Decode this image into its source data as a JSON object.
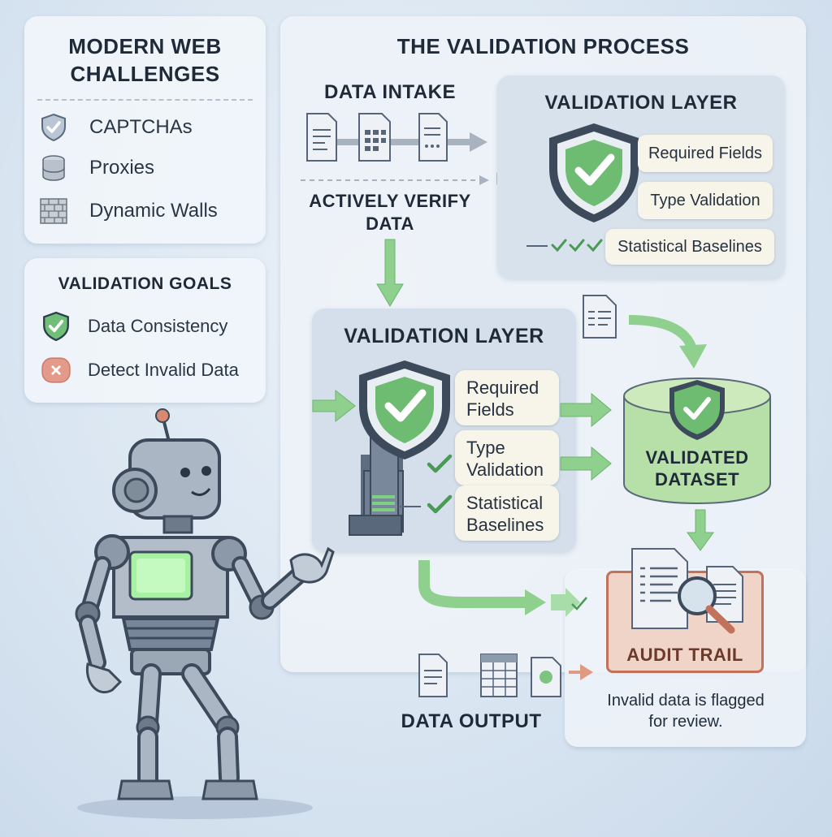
{
  "challenges": {
    "title": "MODERN WEB\nCHALLENGES",
    "items": [
      {
        "label": "CAPTCHAs",
        "icon": "shield-check-icon"
      },
      {
        "label": "Proxies",
        "icon": "database-icon"
      },
      {
        "label": "Dynamic Walls",
        "icon": "brick-wall-icon"
      }
    ]
  },
  "goals": {
    "title": "VALIDATION GOALS",
    "items": [
      {
        "label": "Data Consistency",
        "icon": "green-shield-check-icon"
      },
      {
        "label": "Detect Invalid Data",
        "icon": "red-x-icon"
      }
    ]
  },
  "process": {
    "title": "THE VALIDATION PROCESS",
    "intake_label": "DATA INTAKE",
    "verify_label": "ACTIVELY VERIFY\nDATA",
    "top_layer": {
      "title": "VALIDATION LAYER",
      "checks": [
        "Required Fields",
        "Type Validation",
        "Statistical Baselines"
      ]
    },
    "main_layer": {
      "title": "VALIDATION LAYER",
      "checks": [
        "Required\nFields",
        "Type\nValidation",
        "Statistical\nBaselines"
      ]
    },
    "dataset_label": "VALIDATED\nDATASET",
    "audit_label": "AUDIT TRAIL",
    "flag_note": "Invalid data is flagged\nfor review.",
    "output_label": "DATA OUTPUT"
  },
  "colors": {
    "green": "#7cc47f",
    "green_dark": "#4a9a56",
    "shield_dark": "#3b4a5c",
    "audit": "#e8b9a6",
    "audit_border": "#c2715a",
    "red": "#e39a8a"
  }
}
